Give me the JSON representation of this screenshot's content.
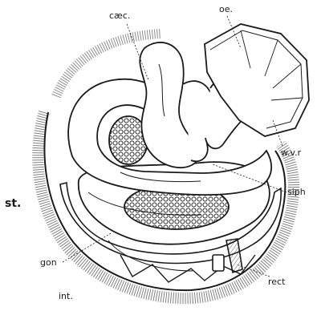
{
  "figure": {
    "ink": "#1a1a1a",
    "paper": "#ffffff",
    "labels": {
      "caec": "cæc.",
      "oe": "oe.",
      "wvr": "w.v.r",
      "siph": "siph",
      "st": "st.",
      "gon": "gon",
      "int": "int.",
      "rect": "rect"
    }
  }
}
